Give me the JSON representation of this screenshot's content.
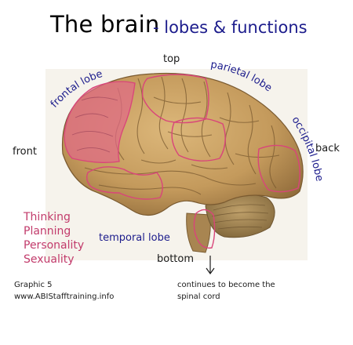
{
  "title": "The brain",
  "subtitle": "- lobes & functions",
  "directions": {
    "top": "top",
    "front": "front",
    "back": "back",
    "bottom": "bottom"
  },
  "lobes": {
    "frontal": "frontal lobe",
    "parietal": "parietal lobe",
    "occipital": "occipital lobe",
    "temporal": "temporal lobe"
  },
  "functions": [
    "Thinking",
    "Planning",
    "Personality",
    "Sexuality"
  ],
  "graphic_label": "Graphic 5",
  "website": "www.ABIStafftraining.info",
  "spinal_note_line1": "continues to become the",
  "spinal_note_line2": "spinal cord",
  "colors": {
    "title": "#000000",
    "subtitle": "#1c1c8c",
    "lobe_label": "#1c1c8c",
    "function_text": "#c23b6b",
    "lobe_outline": "#d9457a",
    "frontal_fill": "#e06a86",
    "brain_tan": "#c9a266",
    "cerebellum": "#a98a55"
  }
}
